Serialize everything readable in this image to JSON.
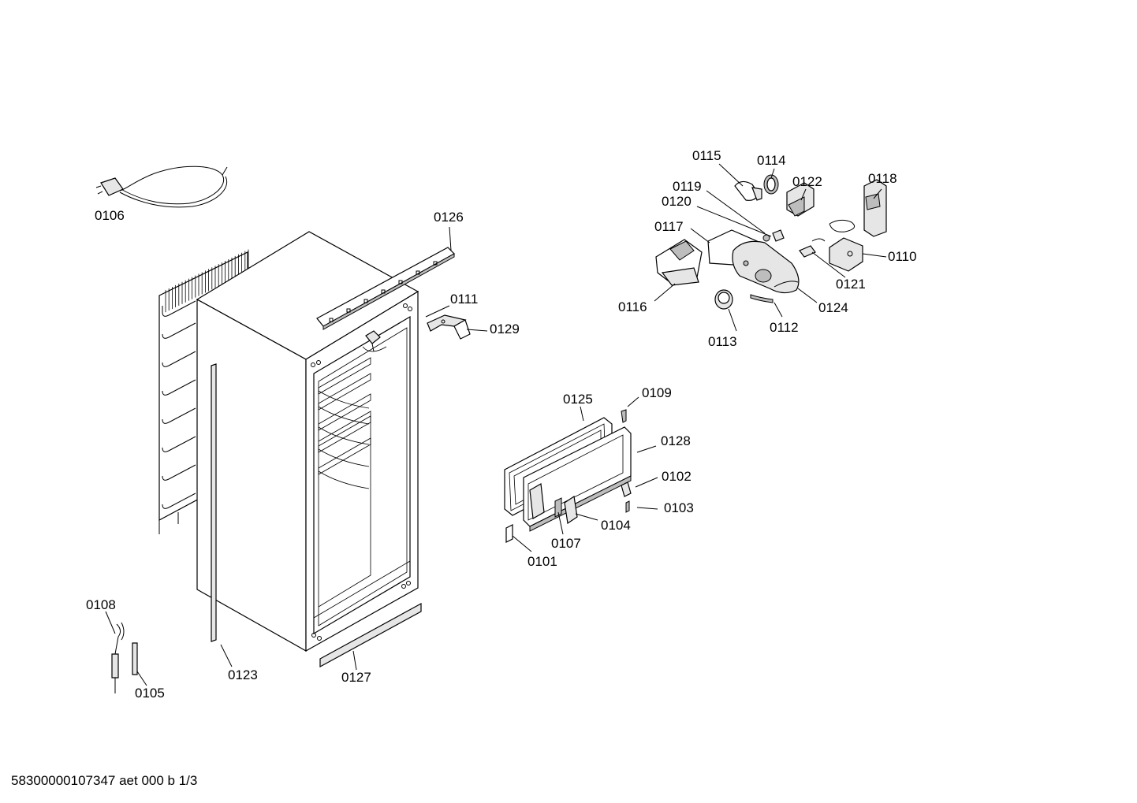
{
  "labels": {
    "p0106": "0106",
    "p0126": "0126",
    "p0111": "0111",
    "p0129": "0129",
    "p0115": "0115",
    "p0114": "0114",
    "p0122": "0122",
    "p0118": "0118",
    "p0119": "0119",
    "p0120": "0120",
    "p0117": "0117",
    "p0110": "0110",
    "p0121": "0121",
    "p0116": "0116",
    "p0124": "0124",
    "p0112": "0112",
    "p0113": "0113",
    "p0125": "0125",
    "p0109": "0109",
    "p0128": "0128",
    "p0102": "0102",
    "p0103": "0103",
    "p0104": "0104",
    "p0107": "0107",
    "p0101": "0101",
    "p0108": "0108",
    "p0105": "0105",
    "p0123": "0123",
    "p0127": "0127"
  },
  "footer": {
    "document_code": "58300000107347 aet 000 b 1/3"
  }
}
